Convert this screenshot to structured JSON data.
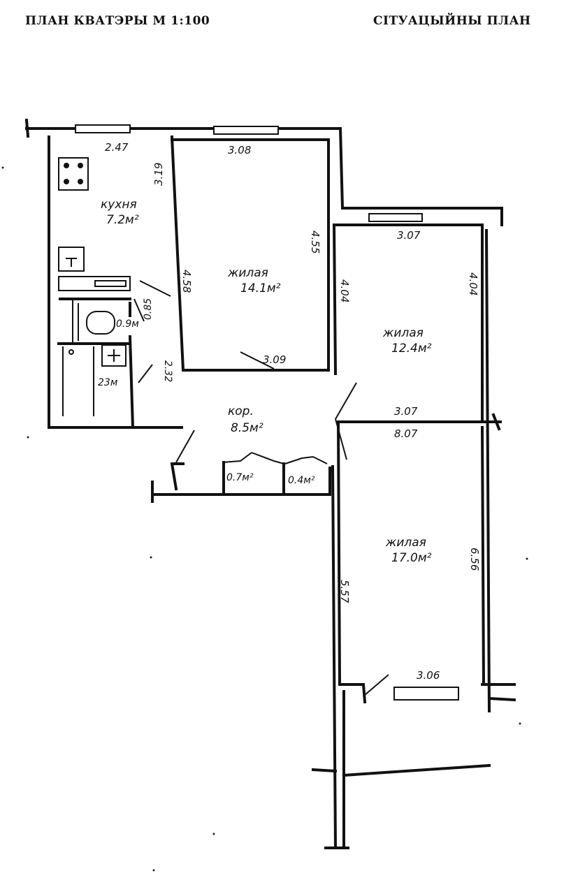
{
  "header": {
    "title_left": "ПЛАН КВАТЭРЫ М 1:100",
    "title_right": "СІТУАЦЫЙНЫ ПЛАН"
  },
  "rooms": {
    "kitchen": {
      "name": "кухня",
      "area": "7.2м²"
    },
    "living1": {
      "name": "жилая",
      "area": "14.1м²"
    },
    "living2": {
      "name": "жилая",
      "area": "12.4м²"
    },
    "living3": {
      "name": "жилая",
      "area": "17.0м²"
    },
    "corridor": {
      "name": "кор.",
      "area": "8.5м²"
    },
    "closet1": {
      "area": "0.7м²"
    },
    "closet2": {
      "area": "0.4м²"
    },
    "wc": {
      "area": "0.9м"
    },
    "bath": {
      "area": "23м"
    }
  },
  "dims": {
    "kitchen_top": "2.47",
    "kitchen_side": "3.19",
    "living1_top": "3.08",
    "living1_left": "4.58",
    "living1_right": "4.55",
    "living1_bottom": "3.09",
    "living2_top": "3.07",
    "living2_left": "4.04",
    "living2_right": "4.04",
    "living2_bottom": "3.07",
    "living3_top": "8.07",
    "living3_left": "5.57",
    "living3_right": "6.56",
    "living3_bottom": "3.06",
    "wc_side": "0.85",
    "bath_side": "2.32"
  }
}
